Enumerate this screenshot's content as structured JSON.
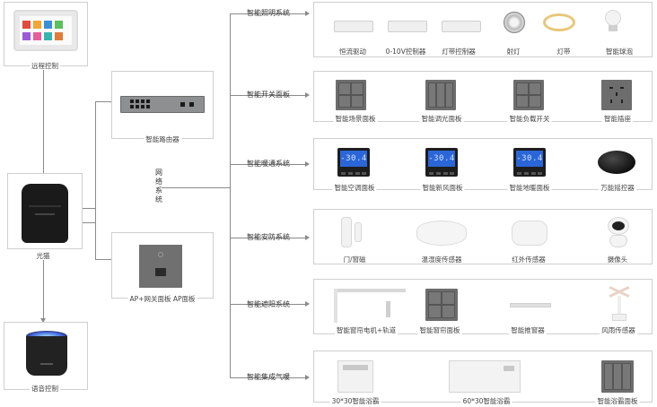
{
  "devices": {
    "remote": "远程控制",
    "router": "智能路由器",
    "modem": "光猫",
    "ap": "AP+网关面板  AP面板",
    "voice": "语音控制",
    "network": "网络系统"
  },
  "systems": [
    {
      "title": "智能照明系统",
      "items": [
        "恒流驱动",
        "0-10V控制器",
        "灯带控制器",
        "射灯",
        "灯带",
        "智能球泡"
      ]
    },
    {
      "title": "智能开关面板",
      "items": [
        "智能场景面板",
        "智能调光面板",
        "智能负载开关",
        "智能插座"
      ]
    },
    {
      "title": "智能暖通系统",
      "items": [
        "智能空调面板",
        "智能新风面板",
        "智能地暖面板",
        "万能摇控器"
      ]
    },
    {
      "title": "智能安防系统",
      "items": [
        "门/窗磁",
        "温湿度传感器",
        "红外传感器",
        "摄像头"
      ]
    },
    {
      "title": "智能遮阳系统",
      "items": [
        "智能窗帘电机+轨道",
        "智能窗帘面板",
        "智能推窗器",
        "风雨传感器"
      ]
    },
    {
      "title": "智能集成气暖",
      "items": [
        "30*30智能浴霸",
        "60*30智能浴霸",
        "智能浴霸面板"
      ]
    }
  ],
  "thermostat_readout": "-30.4"
}
